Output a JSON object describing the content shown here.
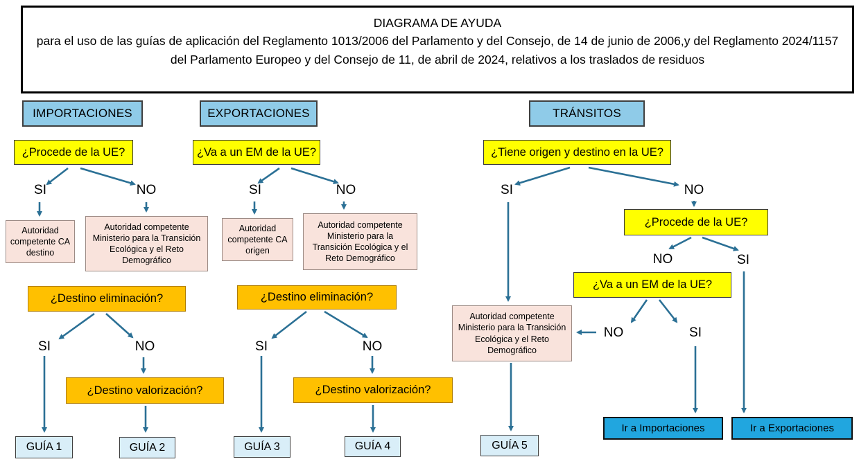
{
  "header": {
    "title": "DIAGRAMA DE AYUDA",
    "subtitle": "para el uso de las guías de aplicación del Reglamento 1013/2006 del Parlamento y del Consejo, de 14 de junio de 2006,y del Reglamento 2024/1157 del Parlamento Europeo y del Consejo de 11, de abril de 2024, relativos a los traslados de residuos"
  },
  "labels": {
    "si": "SI",
    "no": "NO"
  },
  "columns": {
    "importaciones": {
      "title": "IMPORTACIONES",
      "q_procede": "¿Procede de la UE?",
      "auth_si": "Autoridad competente CA destino",
      "auth_no": "Autoridad competente Ministerio para la Transición Ecológica y el Reto Demográfico",
      "q_eliminacion": "¿Destino eliminación?",
      "q_valorizacion": "¿Destino valorización?",
      "guia_si": "GUÍA 1",
      "guia_valorizacion": "GUÍA 2"
    },
    "exportaciones": {
      "title": "EXPORTACIONES",
      "q_va_em": "¿Va a un EM de la UE?",
      "auth_si": "Autoridad competente CA origen",
      "auth_no": "Autoridad competente Ministerio para la Transición Ecológica y el Reto Demográfico",
      "q_eliminacion": "¿Destino eliminación?",
      "q_valorizacion": "¿Destino valorización?",
      "guia_si": "GUÍA 3",
      "guia_valorizacion": "GUÍA 4"
    },
    "transitos": {
      "title": "TRÁNSITOS",
      "q_origen_destino": "¿Tiene origen y destino en la UE?",
      "q_procede": "¿Procede de la UE?",
      "q_va_em": "¿Va a un EM de la UE?",
      "auth": "Autoridad competente Ministerio para la Transición Ecológica y el Reto Demográfico",
      "guia": "GUÍA 5",
      "goto_importaciones": "Ir a Importaciones",
      "goto_exportaciones": "Ir a Exportaciones"
    }
  },
  "colors": {
    "section_header_fill": "#8FCBE8",
    "question_fill": "#FFFF00",
    "decision_fill": "#FFC000",
    "authority_fill": "#F9E3DC",
    "guide_fill": "#D9EEF8",
    "goto_fill": "#21A6DF",
    "arrow": "#2B7095"
  }
}
